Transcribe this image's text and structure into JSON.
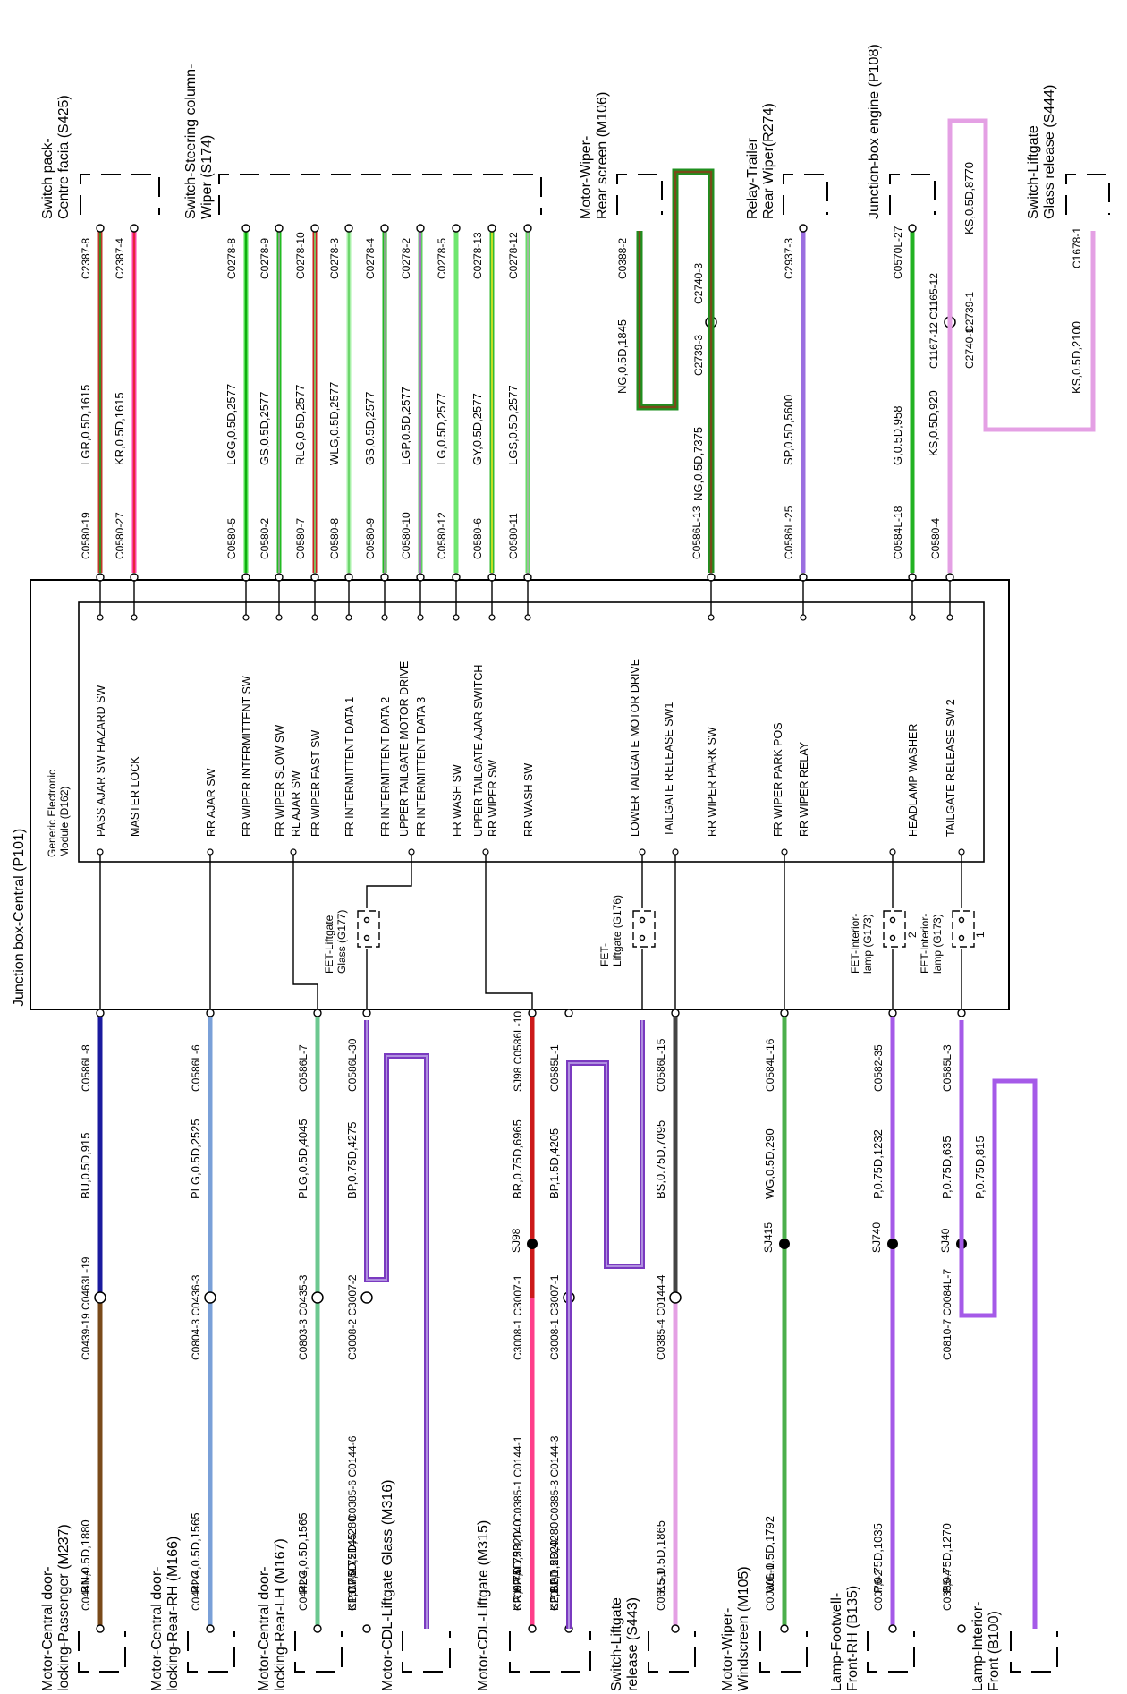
{
  "titles": {
    "jb": "Junction box-Central (P101)",
    "gem": [
      "Generic Electronic",
      "Module (D162)"
    ]
  },
  "top_components": [
    {
      "id": "s425",
      "lines": [
        "Switch pack-",
        "Centre facia (S425)"
      ]
    },
    {
      "id": "s174",
      "lines": [
        "Switch-Steering column-",
        "Wiper (S174)"
      ]
    },
    {
      "id": "m106",
      "lines": [
        "Motor-Wiper-",
        "Rear screen (M106)"
      ]
    },
    {
      "id": "r274",
      "lines": [
        "Relay-Trailer",
        "Rear Wiper(R274)"
      ]
    },
    {
      "id": "p108",
      "lines": [
        "Junction-box engine (P108)"
      ]
    },
    {
      "id": "s444",
      "lines": [
        "Switch-Liftgate",
        "Glass release (S444)"
      ]
    }
  ],
  "bottom_components": [
    {
      "id": "m237",
      "lines": [
        "Motor-Central door-",
        "locking-Passenger (M237)"
      ]
    },
    {
      "id": "m166",
      "lines": [
        "Motor-Central door-",
        "locking-Rear-RH (M166)"
      ]
    },
    {
      "id": "m167",
      "lines": [
        "Motor-Central door-",
        "locking-Rear-LH (M167)"
      ]
    },
    {
      "id": "m316",
      "lines": [
        "Motor-CDL-Liftgate Glass (M316)"
      ]
    },
    {
      "id": "m315",
      "lines": [
        "Motor-CDL-Liftgate (M315)"
      ]
    },
    {
      "id": "s443",
      "lines": [
        "Switch-Liftgate",
        "release (S443)"
      ]
    },
    {
      "id": "m105",
      "lines": [
        "Motor-Wiper-",
        "Windscreen (M105)"
      ]
    },
    {
      "id": "b135",
      "lines": [
        "Lamp-Footwell-",
        "Front-RH (B135)"
      ]
    },
    {
      "id": "b100",
      "lines": [
        "Lamp-Interior-",
        "Front (B100)"
      ]
    }
  ],
  "top_wires": [
    {
      "id": "t1",
      "top_pin": "C2387-8",
      "wire": "LGR,0.5D,1615",
      "jb_pin": "C0580-19",
      "func": "PASS AJAR SW HAZARD SW",
      "color": "#c0392b",
      "stripe": "#1aa01a"
    },
    {
      "id": "t2",
      "top_pin": "C2387-4",
      "wire": "KR,0.5D,1615",
      "jb_pin": "C0580-27",
      "func": "MASTER LOCK",
      "color": "#ff3ea5",
      "stripe": "#e02020"
    },
    {
      "id": "t3",
      "top_pin": "C0278-8",
      "wire": "LGG,0.5D,2577",
      "jb_pin": "C0580-5",
      "func": "FR WIPER INTERMITTENT SW",
      "color": "#4fe04f",
      "stripe": "#00a000"
    },
    {
      "id": "t4",
      "top_pin": "C0278-9",
      "wire": "GS,0.5D,2577",
      "jb_pin": "C0580-2",
      "func": "FR WIPER SLOW SW",
      "color": "#22bb22",
      "stripe": "#a0a0a0"
    },
    {
      "id": "t5",
      "top_pin": "C0278-10",
      "wire": "RLG,0.5D,2577",
      "jb_pin": "C0580-7",
      "func": "FR WIPER FAST SW",
      "color": "#cc2222",
      "stripe": "#6fe06f"
    },
    {
      "id": "t6",
      "top_pin": "C0278-3",
      "wire": "WLG,0.5D,2577",
      "jb_pin": "C0580-8",
      "func": "FR INTERMITTENT DATA 1",
      "color": "#a8f0a8",
      "stripe": "#60d060"
    },
    {
      "id": "t7",
      "top_pin": "C0278-4",
      "wire": "GS,0.5D,2577",
      "jb_pin": "C0580-9",
      "func": "FR INTERMITTENT DATA 2",
      "color": "#22bb22",
      "stripe": "#a0a0a0"
    },
    {
      "id": "t8",
      "top_pin": "C0278-2",
      "wire": "LGP,0.5D,2577",
      "jb_pin": "C0580-10",
      "func": "FR INTERMITTENT DATA 3",
      "color": "#5fd05f",
      "stripe": "#b060d0"
    },
    {
      "id": "t9",
      "top_pin": "C0278-5",
      "wire": "LG,0.5D,2577",
      "jb_pin": "C0580-12",
      "func": "FR WASH SW",
      "color": "#6ee66e",
      "stripe": "#6ee66e"
    },
    {
      "id": "t10",
      "top_pin": "C0278-13",
      "wire": "GY,0.5D,2577",
      "jb_pin": "C0580-6",
      "func": "RR WIPER SW",
      "color": "#33bb33",
      "stripe": "#e8e820"
    },
    {
      "id": "t11",
      "top_pin": "C0278-12",
      "wire": "LGS,0.5D,2577",
      "jb_pin": "C0580-11",
      "func": "RR WASH SW",
      "color": "#66dd66",
      "stripe": "#b0b0b0"
    },
    {
      "id": "t12",
      "top_pin": "C0388-2",
      "wire": "NG,0.5D,1845",
      "splice_a": "C2739-3",
      "splice_b": "C2740-3",
      "wire2": "NG,0.5D,7375",
      "jb_pin": "C0586L-13",
      "func": "RR WIPER PARK SW",
      "color": "#7a4a1a",
      "stripe": "#22aa22"
    },
    {
      "id": "t13",
      "top_pin": "C2937-3",
      "wire": "SP,0.5D,5600",
      "jb_pin": "C0586L-25",
      "func": "RR WIPER RELAY",
      "color": "#9b6fe0",
      "stripe": "#9b6fe0"
    },
    {
      "id": "t14",
      "top_pin": "C0570L-27",
      "wire": "G,0.5D,958",
      "jb_pin": "C0584L-18",
      "func": "HEADLAMP WASHER",
      "color": "#22b222",
      "stripe": "#22b222"
    },
    {
      "id": "t15",
      "top_pin": "C1678-1",
      "wire": "KS,0.5D,2100",
      "splice_a": "C2739-1",
      "splice_b": "C2740-1",
      "wire2": "KS,0.5D,920",
      "pin_mid": "C1167-12 C1165-12",
      "wire_top": "KS,0.5D,8770",
      "jb_pin": "C0580-4",
      "func": "TAILGATE RELEASE SW 2",
      "color": "#e4a0e4",
      "stripe": "#e4a0e4"
    }
  ],
  "inner_funcs": [
    {
      "id": "f1",
      "text": "RR AJAR SW"
    },
    {
      "id": "f2",
      "text": "RL AJAR SW"
    },
    {
      "id": "f3",
      "text": "UPPER TAILGATE MOTOR DRIVE"
    },
    {
      "id": "f4",
      "text": "UPPER TAILGATE AJAR SWITCH"
    },
    {
      "id": "f5",
      "text": "LOWER TAILGATE MOTOR DRIVE"
    },
    {
      "id": "f6",
      "text": "TAILGATE RELEASE SW1"
    },
    {
      "id": "f7",
      "text": "FR WIPER PARK POS"
    }
  ],
  "fets": [
    {
      "id": "g177",
      "lines": [
        "FET-Liftgate",
        "Glass (G177)"
      ]
    },
    {
      "id": "g176",
      "lines": [
        "FET-",
        "Liftgate (G176)"
      ]
    },
    {
      "id": "g173a",
      "lines": [
        "FET-Interior-",
        "lamp (G173)"
      ],
      "num": "2"
    },
    {
      "id": "g173b",
      "lines": [
        "FET-Interior-",
        "lamp (G173)"
      ],
      "num": "1"
    }
  ],
  "bottom_wires": [
    {
      "id": "b1",
      "jb_pin": "C0586L-8",
      "wire": "BU,0.5D,915",
      "mid_pins": "C0439-19 C0463L-19",
      "wire2": "BN,0.5D,1880",
      "end_pin": "C0441-4",
      "color": "#1a1a9e",
      "color2": "#7a4a1a"
    },
    {
      "id": "b2",
      "jb_pin": "C0586L-6",
      "wire": "PLG,0.5D,2525",
      "mid_pins": "C0804-3 C0436-3",
      "wire2": "PLG,0.5D,1565",
      "end_pin": "C0442-4",
      "color": "#7aa0d8",
      "color2": "#7aa0d8"
    },
    {
      "id": "b3",
      "jb_pin": "C0586L-7",
      "wire": "PLG,0.5D,4045",
      "mid_pins": "C0803-3 C0435-3",
      "wire2": "PLG,0.5D,1565",
      "end_pin": "C0442-4",
      "color": "#6cc890",
      "color2": "#6cc890"
    },
    {
      "id": "b4",
      "jb_pin": "C0586L-30",
      "wire": "BP,0.75D,4275",
      "mid_pins": "C3008-2 C3007-2",
      "wire2": "BP,0.75D,4280",
      "pin3": "C0385-6 C0144-6",
      "wire3": "KP,0.75D,2145",
      "end_pin": "C1677-2",
      "color": "#7a3ac0",
      "color2": "#d060f0"
    },
    {
      "id": "b5",
      "jb_pin": "SJ98 C0586L-10",
      "wire": "BR,0.75D,6965",
      "mid_pins": "C3008-1 C3007-1",
      "wire2": "KR,0.75D,140",
      "pin3": "C0385-1 C0144-1",
      "wire3": "KR,0.75D,2320",
      "end_pin": "C2052-4",
      "splice": "SJ98",
      "color": "#cc1a1a",
      "color2": "#ff3e8a"
    },
    {
      "id": "b5b",
      "jb_pin": "C0585L-1",
      "wire": "BP,1.5D,4205",
      "mid_pins": "C3008-1 C3007-1",
      "wire2": "BP,1.5D,4280",
      "pin3": "C0385-3 C0144-3",
      "wire3": "KP,1.0D,2320",
      "end_pin": "C2052-1",
      "color": "#7a3ac0",
      "color2": "#d060f0"
    },
    {
      "id": "b6",
      "jb_pin": "C0586L-15",
      "wire": "BS,0.75D,7095",
      "mid_pins": "C0385-4 C0144-4",
      "wire2": "KS,0.5D,1865",
      "end_pin": "C0615-1",
      "color": "#444444",
      "color2": "#e4a0e4"
    },
    {
      "id": "b7",
      "jb_pin": "C0584L-16",
      "wire": "WG,0.5D,290",
      "splice": "SJ415",
      "wire2": "WG,0.5D,1792",
      "end_pin": "C0030L-1",
      "color": "#4caf4c",
      "color2": "#4caf4c"
    },
    {
      "id": "b8",
      "jb_pin": "C0582-35",
      "wire": "P,0.75D,1232",
      "splice": "SJ740",
      "wire2": "P,0.75D,1035",
      "end_pin": "C0076-2",
      "color": "#a55ae8",
      "color2": "#a55ae8"
    },
    {
      "id": "b9",
      "jb_pin": "C0585L-3",
      "wire": "P,0.75D,635",
      "splice": "SJ40",
      "wire_loop": "P,0.75D,815",
      "mid_pins": "C0810-7 C0084L-7",
      "wire2": "P,0.75D,1270",
      "end_pin": "C0355-4",
      "color": "#a55ae8",
      "color2": "#a55ae8"
    }
  ]
}
